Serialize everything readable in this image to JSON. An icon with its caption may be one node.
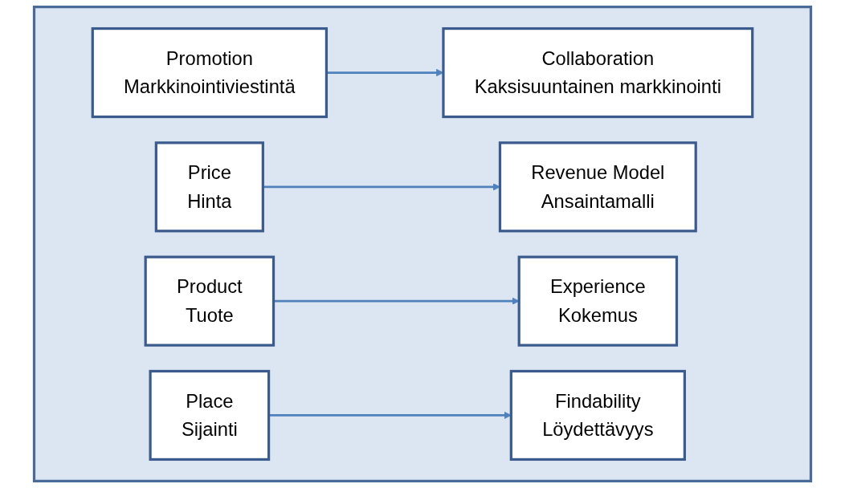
{
  "diagram": {
    "nodes": [
      {
        "text": [],
        "shape": "box"
      },
      {
        "text": [
          "Promotion",
          "Markkinointiviestintä"
        ],
        "in": 0
      },
      {
        "text": [
          "Collaboration",
          "Kaksisuuntainen markkinointi"
        ],
        "in": 0
      },
      {
        "text": [
          "Price",
          "Hinta"
        ],
        "in": 0
      },
      {
        "text": [
          "Revenue Model",
          "Ansaintamalli"
        ],
        "in": 0
      },
      {
        "text": [
          "Product",
          "Tuote"
        ],
        "in": 0
      },
      {
        "text": [
          "Experience",
          "Kokemus"
        ],
        "in": 0
      },
      {
        "text": [
          "Place",
          "Sijainti"
        ],
        "in": 0
      },
      {
        "text": [
          "Findability",
          "Löydettävyys"
        ],
        "in": 0
      }
    ],
    "edges": [
      {
        "from": 1,
        "to": 2,
        "arrow": "to"
      },
      {
        "from": 3,
        "to": 4,
        "arrow": "to"
      },
      {
        "from": 5,
        "to": 6,
        "arrow": "to"
      },
      {
        "from": 7,
        "to": 8,
        "arrow": "to"
      }
    ]
  }
}
